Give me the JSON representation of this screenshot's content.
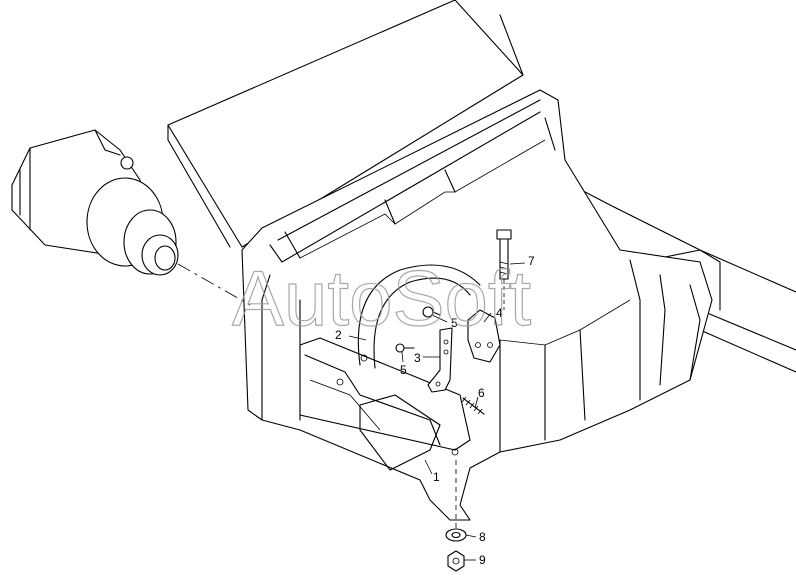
{
  "watermark": "AutoSoft",
  "callouts": [
    {
      "id": "c1",
      "label": "1"
    },
    {
      "id": "c2",
      "label": "2"
    },
    {
      "id": "c3",
      "label": "3"
    },
    {
      "id": "c4",
      "label": "4"
    },
    {
      "id": "c5a",
      "label": "5"
    },
    {
      "id": "c5b",
      "label": "5"
    },
    {
      "id": "c6",
      "label": "6"
    },
    {
      "id": "c7",
      "label": "7"
    },
    {
      "id": "c8",
      "label": "8"
    },
    {
      "id": "c9",
      "label": "9"
    }
  ]
}
